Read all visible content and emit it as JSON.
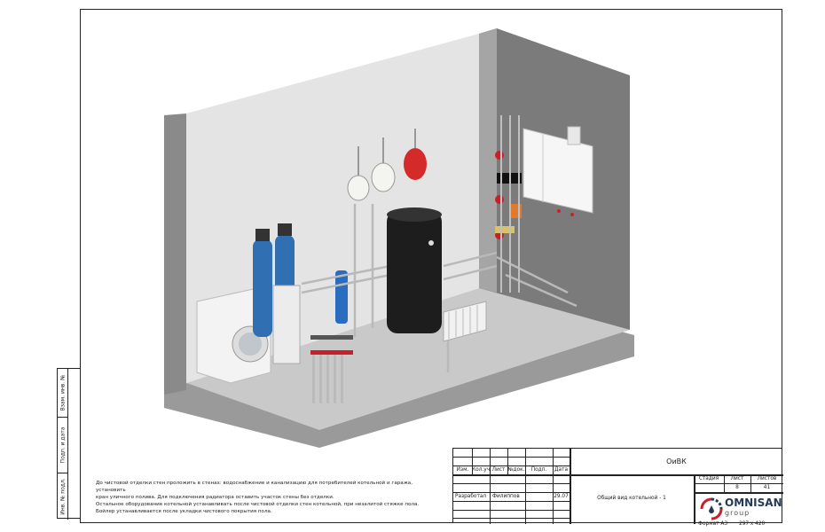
{
  "side_stamp": [
    "Взам. инв. №",
    "Подп. и дата",
    "Инв. № подл."
  ],
  "notes": [
    "До чистовой отделки стен проложить в стенах: водоснабжение и канализацию для потребителей котельной и гаража, установить",
    "кран уличного полива. Для подключения радиатора оставить участок стены без отделки.",
    "Остальное оборудование котельной устанавливать после чистовой отделки стен котельной, при незалитой стяжке пола.",
    "Бойлер устанавливается после укладки чистового покрытия пола."
  ],
  "title_block": {
    "headers": [
      "Изм.",
      "Кол.уч.",
      "Лист",
      "№док.",
      "Подп.",
      "Дата"
    ],
    "role": "Разработал",
    "name": "Филиппов",
    "date": "29.07",
    "project_code": "ОиВК",
    "sheet_title": "Общий вид котельной - 1",
    "stage_label": "Стадия",
    "sheet_label": "Лист",
    "sheets_label": "Листов",
    "stage": "",
    "sheet": "8",
    "sheets": "41",
    "logo_name": "OMNISAN",
    "logo_sub": "group",
    "format": "Формат А3",
    "size": "297 x 420"
  },
  "colors": {
    "accent_red": "#c8202a",
    "logo_blue": "#243a55",
    "tank_blue": "#2f6fb2"
  }
}
